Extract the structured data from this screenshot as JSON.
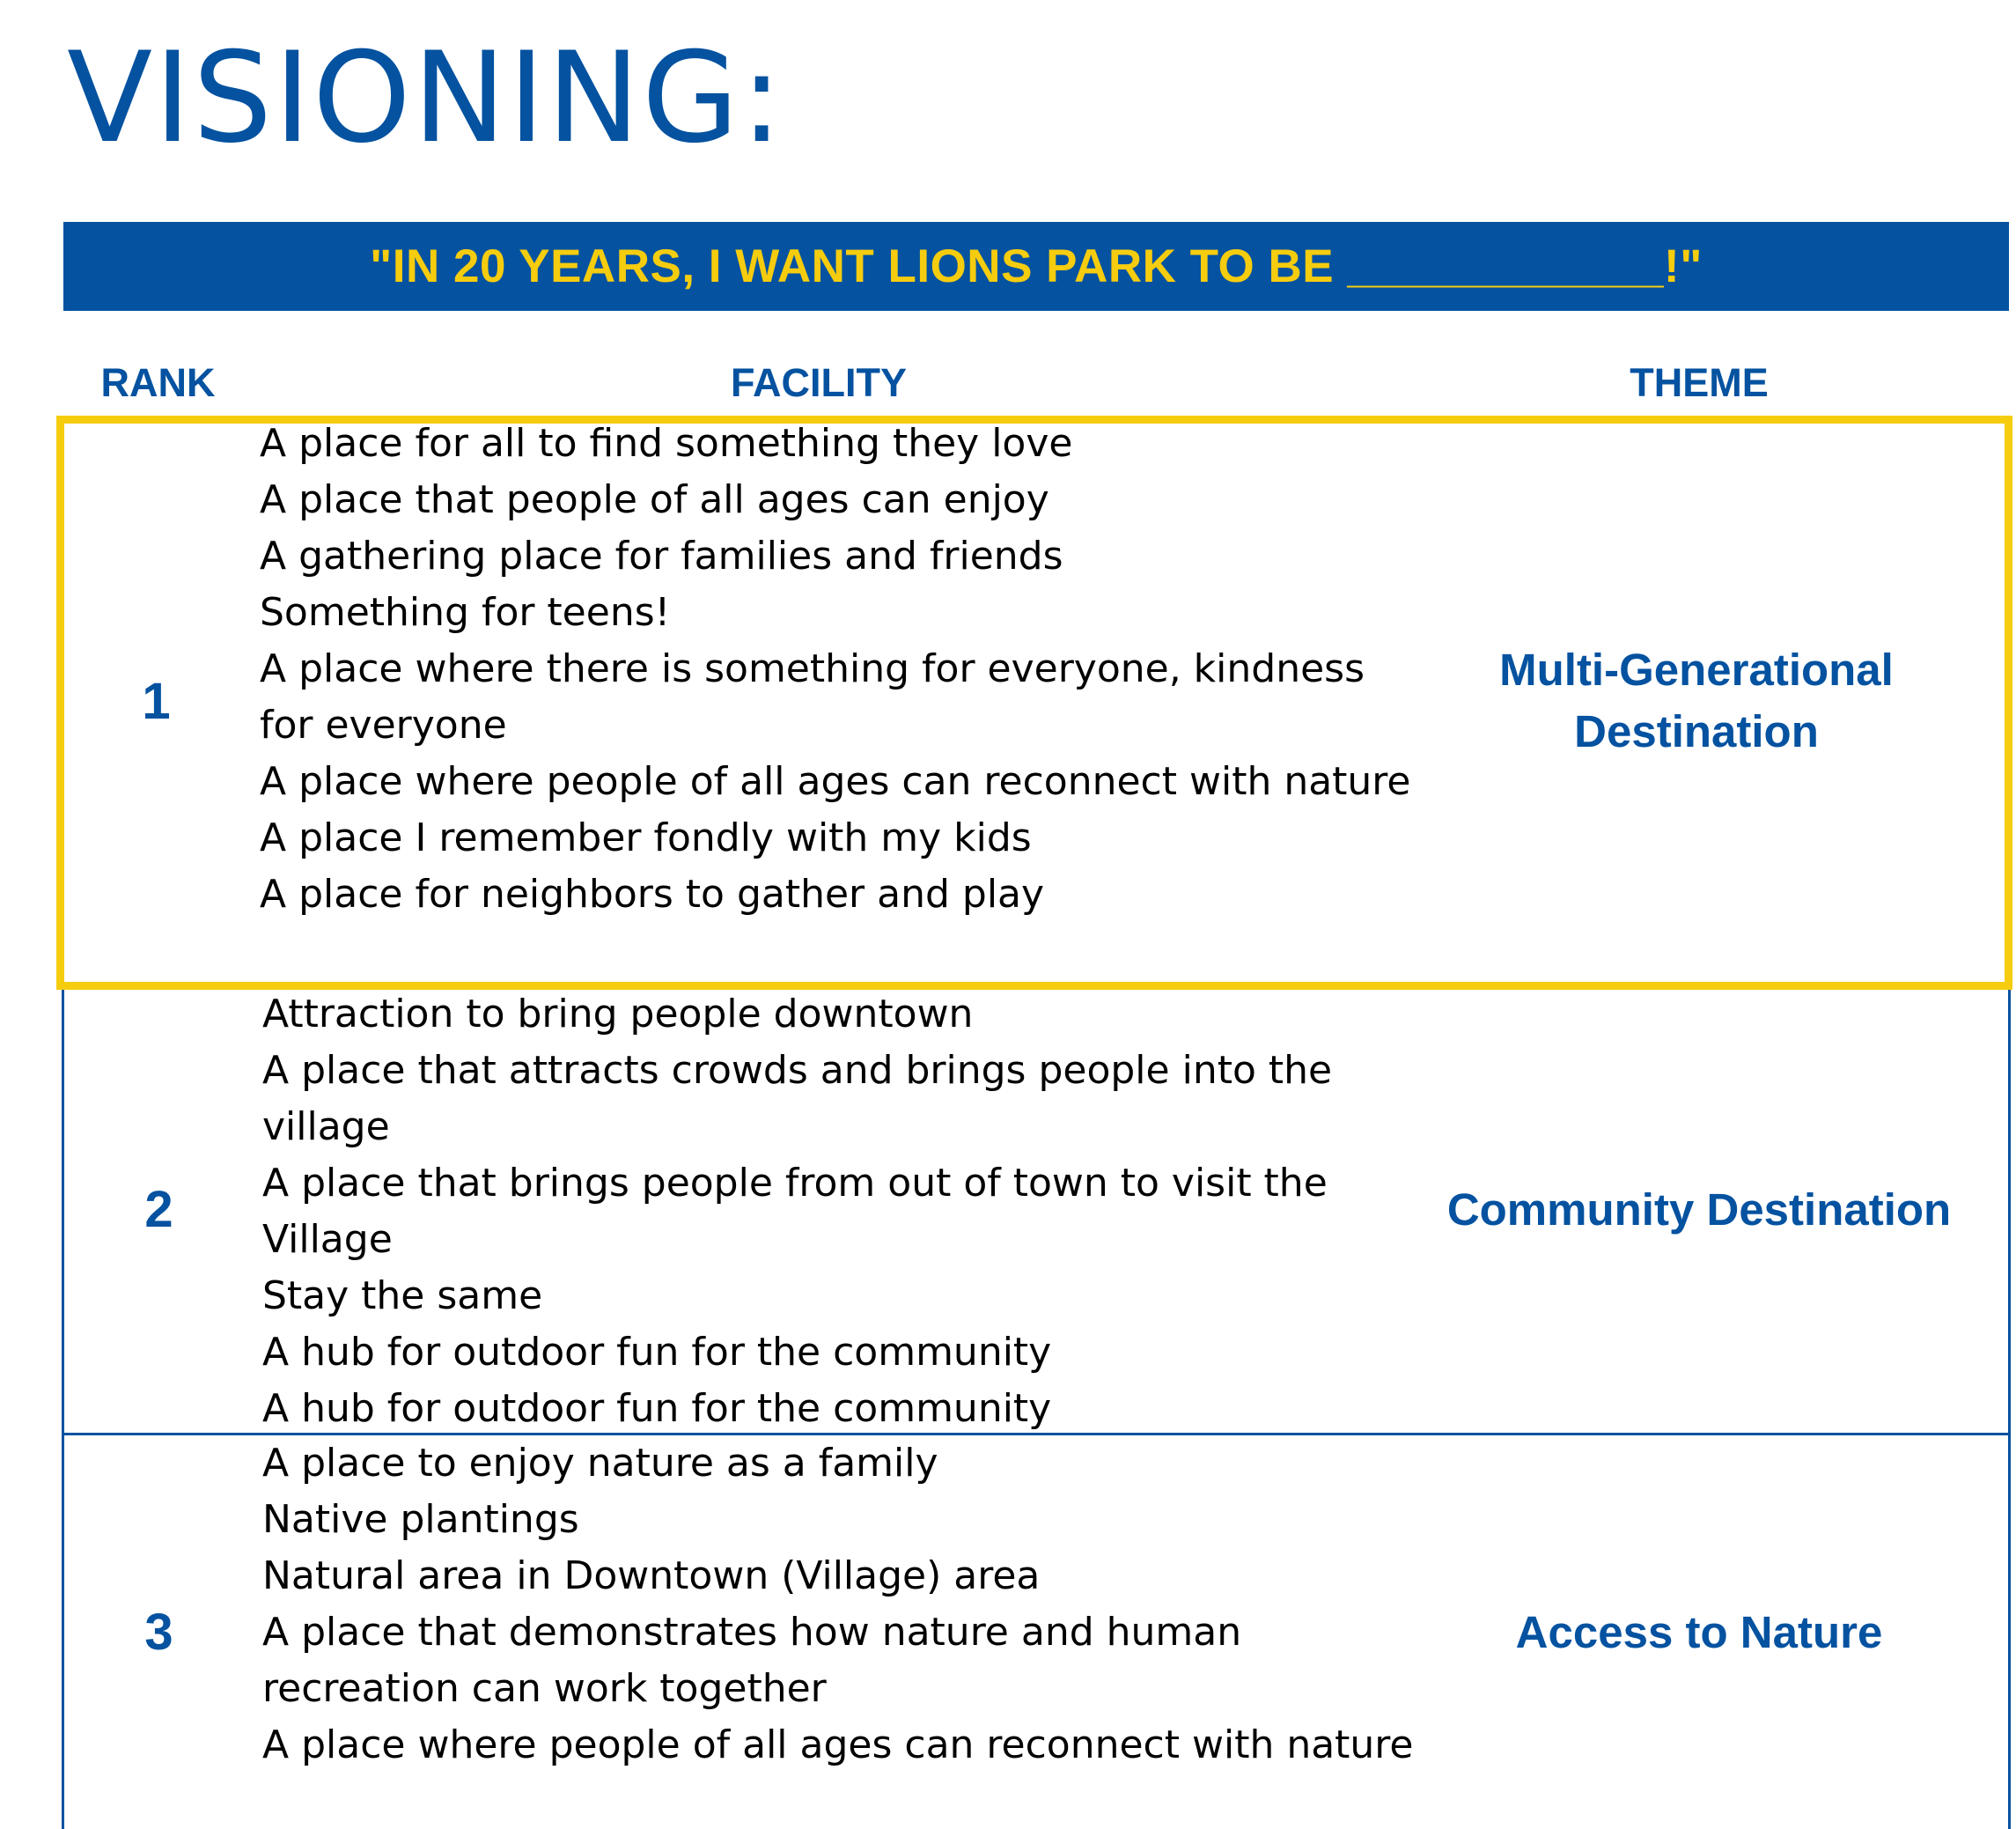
{
  "page": {
    "title": "VISIONING:"
  },
  "banner": {
    "prompt": "\"IN 20 YEARS, I WANT LIONS PARK TO BE ____________!\""
  },
  "table": {
    "headers": {
      "rank": "RANK",
      "facility": "FACILITY",
      "theme": "THEME"
    },
    "rows": [
      {
        "rank": "1",
        "theme": "Multi-Generational Destination",
        "highlighted": true,
        "facilities": [
          "A place for all to find something they love",
          "A place that people of all ages can enjoy",
          "A gathering place for families and friends",
          "Something for teens!",
          "A place where there is something for everyone, kindness for everyone",
          "A place where people of all ages can reconnect with nature",
          "A place I remember fondly with my kids",
          "A place for neighbors to gather and play"
        ]
      },
      {
        "rank": "2",
        "theme": "Community Destination",
        "highlighted": false,
        "facilities": [
          "Attraction to bring people downtown",
          "A place that attracts crowds and brings people into the village",
          "A place that brings people from out of town to visit the Village",
          "Stay the same",
          "A hub for outdoor fun for the community",
          "A hub for outdoor fun for the community"
        ]
      },
      {
        "rank": "3",
        "theme": "Access to Nature",
        "highlighted": false,
        "facilities": [
          "A place to enjoy nature as a family",
          "Native plantings",
          "Natural area in Downtown (Village) area",
          "A place that demonstrates how nature and human recreation can work together",
          "A place where people of all ages can reconnect with nature"
        ]
      }
    ]
  },
  "colors": {
    "brand_blue": "#0452a0",
    "accent_yellow": "#f6cc0e"
  }
}
